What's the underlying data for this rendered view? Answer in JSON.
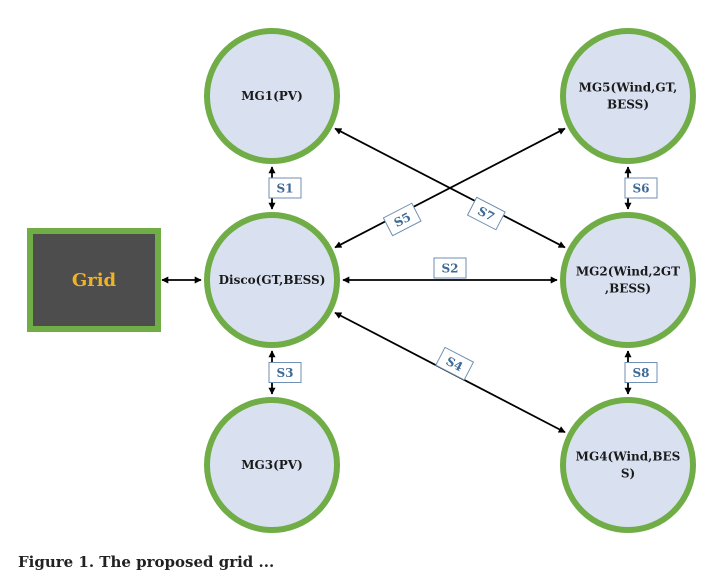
{
  "diagram": {
    "title": "Networked microgrid structure",
    "colors": {
      "node_fill": "#d9e1f1",
      "node_border": "#70ad47",
      "grid_fill": "#4d4d4d",
      "grid_border": "#70ad47",
      "grid_text": "#f0b323",
      "arrow": "#000000",
      "switch_border": "#6f8fb3",
      "switch_text": "#3d6a96"
    },
    "grid": {
      "id": "grid",
      "label": "Grid"
    },
    "nodes": [
      {
        "id": "mg1",
        "lines": [
          "MG1(PV)"
        ]
      },
      {
        "id": "disco",
        "lines": [
          "Disco(GT,BESS)"
        ]
      },
      {
        "id": "mg3",
        "lines": [
          "MG3(PV)"
        ]
      },
      {
        "id": "mg5",
        "lines": [
          "MG5(Wind,GT,",
          "BESS)"
        ]
      },
      {
        "id": "mg2",
        "lines": [
          "MG2(Wind,2GT",
          ",BESS)"
        ]
      },
      {
        "id": "mg4",
        "lines": [
          "MG4(Wind,BES",
          "S)"
        ]
      }
    ],
    "links": [
      {
        "from": "grid",
        "to": "disco",
        "switch": null
      },
      {
        "from": "mg1",
        "to": "disco",
        "switch": "S1"
      },
      {
        "from": "disco",
        "to": "mg2",
        "switch": "S2"
      },
      {
        "from": "disco",
        "to": "mg3",
        "switch": "S3"
      },
      {
        "from": "disco",
        "to": "mg4",
        "switch": "S4"
      },
      {
        "from": "disco",
        "to": "mg5",
        "switch": "S5"
      },
      {
        "from": "mg5",
        "to": "mg2",
        "switch": "S6"
      },
      {
        "from": "mg1",
        "to": "mg2",
        "switch": "S7"
      },
      {
        "from": "mg2",
        "to": "mg4",
        "switch": "S8"
      }
    ]
  },
  "caption": "Figure 1. The proposed grid ..."
}
